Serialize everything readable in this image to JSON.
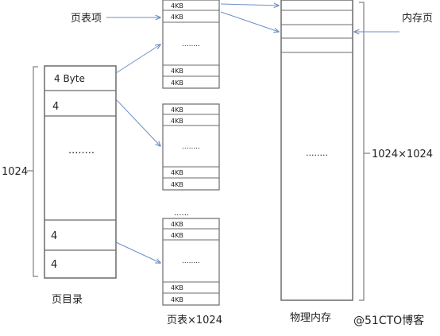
{
  "labels": {
    "page_table_entry": "页表项",
    "page_directory": "页目录",
    "page_tables": "页表×1024",
    "physical_memory": "物理内存",
    "memory_page": "内存页",
    "directory_size": "1024",
    "memory_size": "1024×1024",
    "watermark": "@51CTO博客"
  },
  "directory": {
    "rows": [
      "4 Byte",
      "4",
      "........",
      "4",
      "4"
    ]
  },
  "page_table": {
    "entry": "4KB",
    "ellipsis": "........"
  },
  "tables_ellipsis": "......",
  "memory_ellipsis": "........",
  "colors": {
    "line": "#6b6b6b",
    "bracket": "#7f7f7f",
    "arrow": "#6d8fc6"
  }
}
